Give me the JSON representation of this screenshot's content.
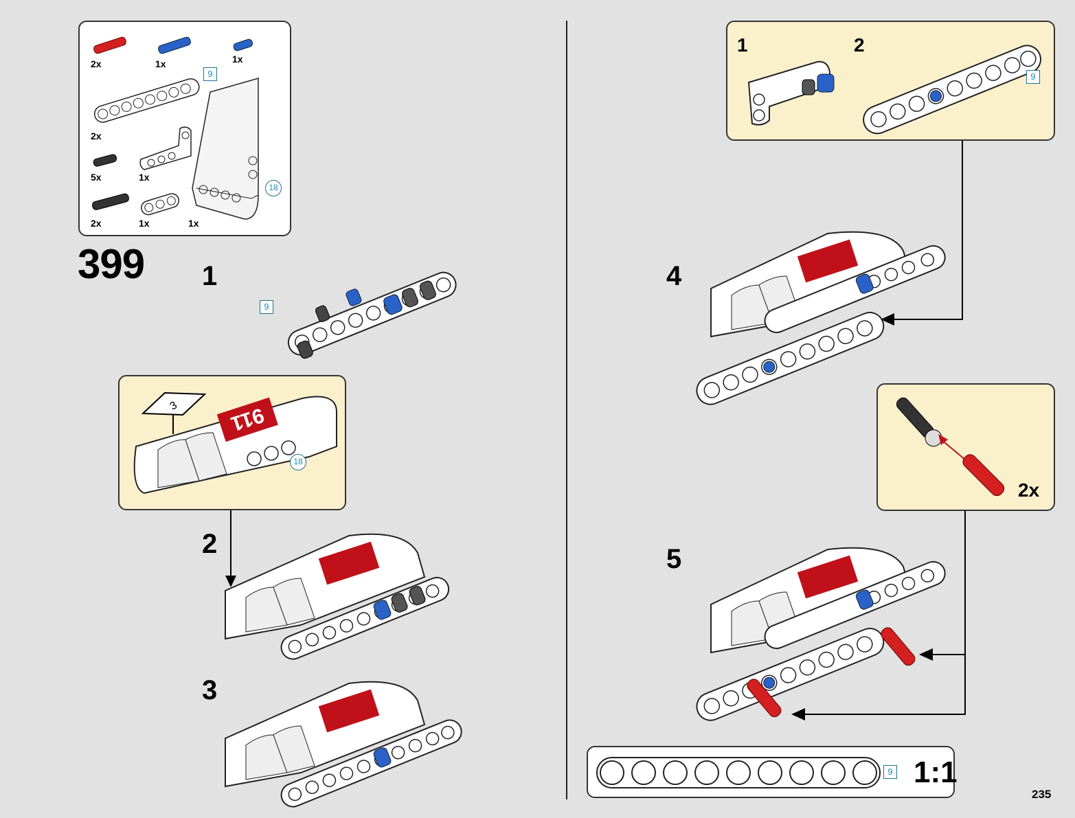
{
  "step_number": "399",
  "page_number": "235",
  "parts_list": {
    "items": [
      {
        "name": "red-pin",
        "qty": "2x"
      },
      {
        "name": "blue-axle-pin",
        "qty": "1x"
      },
      {
        "name": "blue-short-pin",
        "qty": "1x"
      },
      {
        "name": "beam-9",
        "qty": "2x"
      },
      {
        "name": "black-pin",
        "qty": "5x"
      },
      {
        "name": "angled-beam",
        "qty": "1x"
      },
      {
        "name": "black-long-pin",
        "qty": "2x"
      },
      {
        "name": "beam-3",
        "qty": "1x"
      },
      {
        "name": "panel-18",
        "qty": "1x"
      }
    ],
    "beam_length": "9",
    "panel_number": "18"
  },
  "substeps": {
    "s1": "1",
    "s2": "2",
    "s3": "3",
    "s4": "4",
    "s5": "5",
    "callout_top_1": "1",
    "callout_top_2": "2"
  },
  "labels": {
    "beam_9": "9",
    "panel_18": "18",
    "sticker_num": "3",
    "decal_text": "911",
    "pins_qty": "2x",
    "scale": "1:1"
  },
  "colors": {
    "background": "#e2e2e2",
    "callout": "#fbf0cc",
    "red": "#d42020",
    "blue": "#2a62c8",
    "decal_red": "#c0111a"
  }
}
